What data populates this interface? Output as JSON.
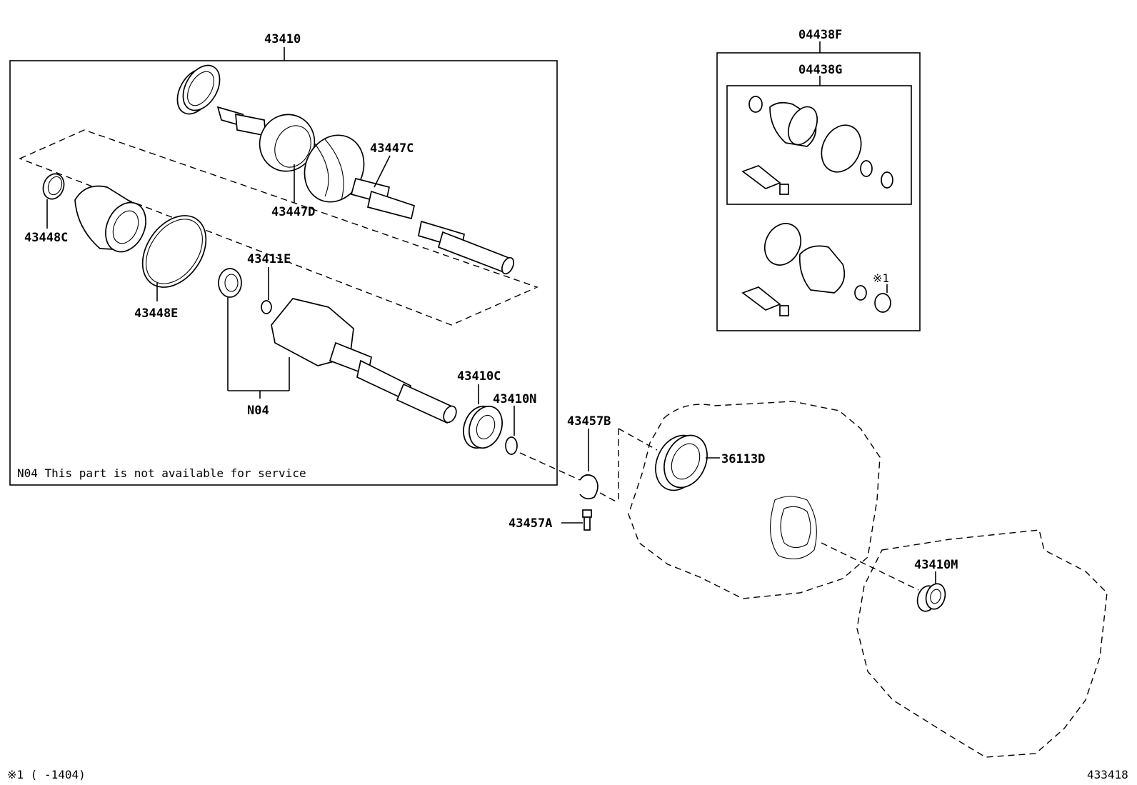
{
  "labels": {
    "assy_main": "43410",
    "kit_outer": "04438F",
    "kit_inner": "04438G",
    "p_43447C": "43447C",
    "p_43447D": "43447D",
    "p_43448C": "43448C",
    "p_43448E": "43448E",
    "p_43411E": "43411E",
    "p_N04": "N04",
    "p_43410C": "43410C",
    "p_43410N": "43410N",
    "p_43457B": "43457B",
    "p_43457A": "43457A",
    "p_36113D": "36113D",
    "p_43410M": "43410M",
    "kit_note_mark": "※1"
  },
  "notes": {
    "n04_note": "N04 This part is not available for service",
    "footnote": "※1 (   -1404)",
    "diagram_id": "433418"
  }
}
